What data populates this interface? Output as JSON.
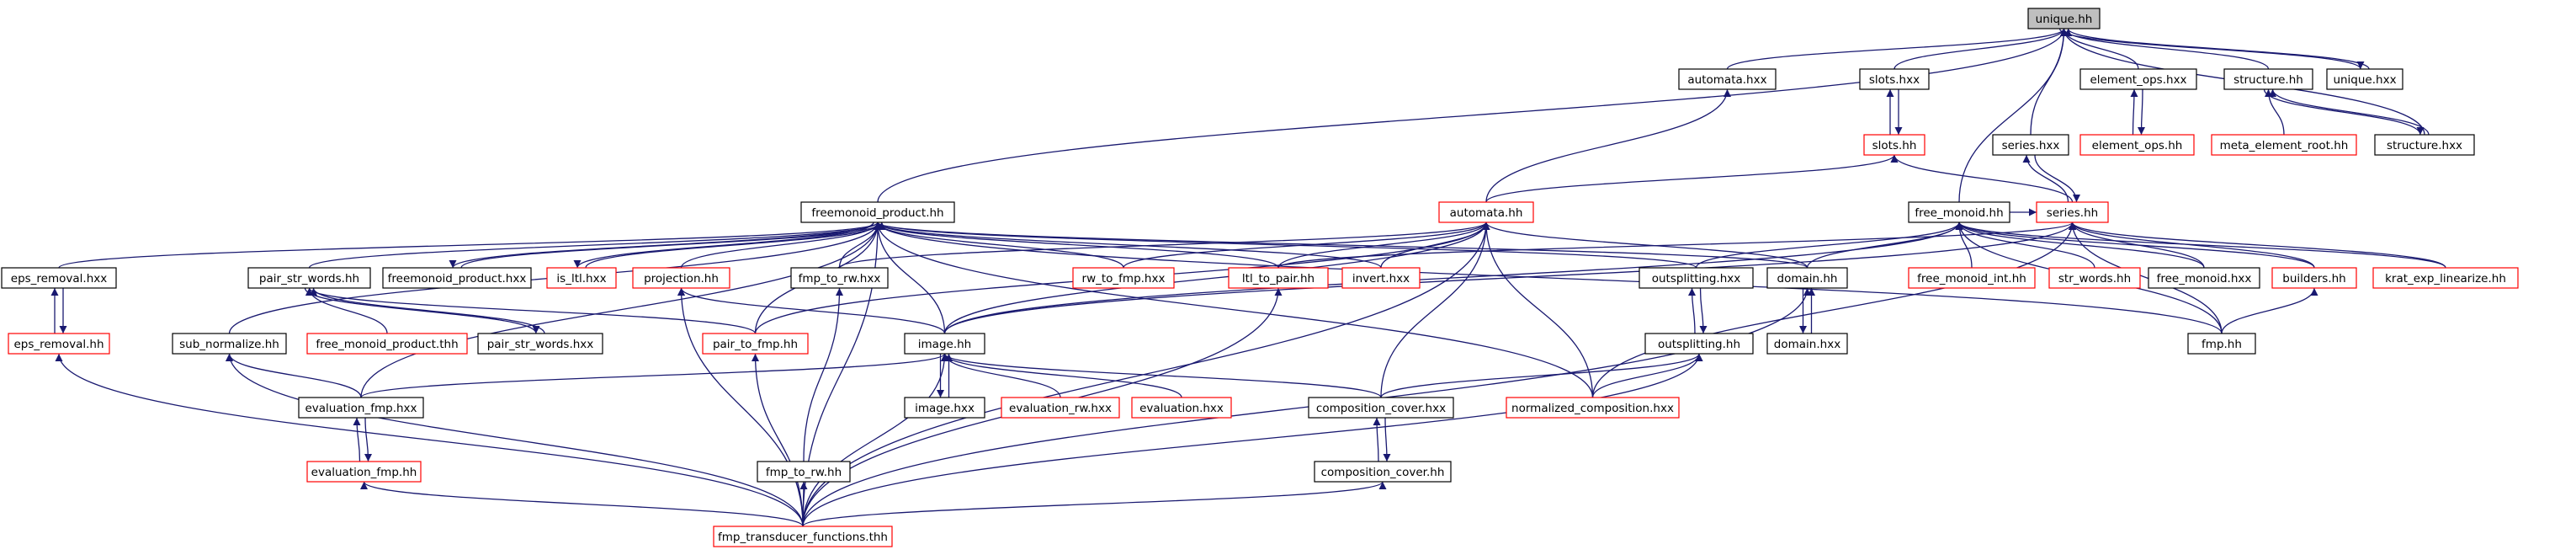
{
  "colors": {
    "edge": "#191970",
    "plain_border": "#000000",
    "red_border": "#ff0000",
    "root_fill": "#bfbfbf",
    "node_fill": "#ffffff",
    "text": "#000000"
  },
  "nodes": [
    {
      "id": "unique_hh",
      "label": "unique.hh",
      "style": "root"
    },
    {
      "id": "automata_hxx",
      "label": "automata.hxx",
      "style": "plain"
    },
    {
      "id": "slots_hxx",
      "label": "slots.hxx",
      "style": "plain"
    },
    {
      "id": "element_ops_hxx",
      "label": "element_ops.hxx",
      "style": "plain"
    },
    {
      "id": "structure_hh",
      "label": "structure.hh",
      "style": "plain"
    },
    {
      "id": "unique_hxx",
      "label": "unique.hxx",
      "style": "plain"
    },
    {
      "id": "slots_hh",
      "label": "slots.hh",
      "style": "red"
    },
    {
      "id": "series_hxx",
      "label": "series.hxx",
      "style": "plain"
    },
    {
      "id": "element_ops_hh",
      "label": "element_ops.hh",
      "style": "red"
    },
    {
      "id": "meta_element_root_hh",
      "label": "meta_element_root.hh",
      "style": "red"
    },
    {
      "id": "structure_hxx",
      "label": "structure.hxx",
      "style": "plain"
    },
    {
      "id": "freemonoid_product_hh",
      "label": "freemonoid_product.hh",
      "style": "plain"
    },
    {
      "id": "automata_hh",
      "label": "automata.hh",
      "style": "red"
    },
    {
      "id": "free_monoid_hh",
      "label": "free_monoid.hh",
      "style": "plain"
    },
    {
      "id": "series_hh",
      "label": "series.hh",
      "style": "red"
    },
    {
      "id": "eps_removal_hxx",
      "label": "eps_removal.hxx",
      "style": "plain"
    },
    {
      "id": "pair_str_words_hh",
      "label": "pair_str_words.hh",
      "style": "plain"
    },
    {
      "id": "freemonoid_product_hxx",
      "label": "freemonoid_product.hxx",
      "style": "plain"
    },
    {
      "id": "is_ltl_hxx",
      "label": "is_ltl.hxx",
      "style": "red"
    },
    {
      "id": "projection_hh",
      "label": "projection.hh",
      "style": "red"
    },
    {
      "id": "fmp_to_rw_hxx",
      "label": "fmp_to_rw.hxx",
      "style": "plain"
    },
    {
      "id": "rw_to_fmp_hxx",
      "label": "rw_to_fmp.hxx",
      "style": "red"
    },
    {
      "id": "ltl_to_pair_hh",
      "label": "ltl_to_pair.hh",
      "style": "red"
    },
    {
      "id": "invert_hxx",
      "label": "invert.hxx",
      "style": "red"
    },
    {
      "id": "outsplitting_hxx",
      "label": "outsplitting.hxx",
      "style": "plain"
    },
    {
      "id": "domain_hh",
      "label": "domain.hh",
      "style": "plain"
    },
    {
      "id": "free_monoid_int_hh",
      "label": "free_monoid_int.hh",
      "style": "red"
    },
    {
      "id": "str_words_hh",
      "label": "str_words.hh",
      "style": "red"
    },
    {
      "id": "free_monoid_hxx",
      "label": "free_monoid.hxx",
      "style": "plain"
    },
    {
      "id": "builders_hh",
      "label": "builders.hh",
      "style": "red"
    },
    {
      "id": "krat_exp_linearize_hh",
      "label": "krat_exp_linearize.hh",
      "style": "red"
    },
    {
      "id": "eps_removal_hh",
      "label": "eps_removal.hh",
      "style": "red"
    },
    {
      "id": "free_monoid_product_thh",
      "label": "free_monoid_product.thh",
      "style": "red"
    },
    {
      "id": "pair_str_words_hxx",
      "label": "pair_str_words.hxx",
      "style": "plain"
    },
    {
      "id": "pair_to_fmp_hh",
      "label": "pair_to_fmp.hh",
      "style": "red"
    },
    {
      "id": "image_hh",
      "label": "image.hh",
      "style": "plain"
    },
    {
      "id": "outsplitting_hh",
      "label": "outsplitting.hh",
      "style": "plain"
    },
    {
      "id": "domain_hxx",
      "label": "domain.hxx",
      "style": "plain"
    },
    {
      "id": "fmp_hh",
      "label": "fmp.hh",
      "style": "plain"
    },
    {
      "id": "sub_normalize_hh",
      "label": "sub_normalize.hh",
      "style": "plain"
    },
    {
      "id": "image_hxx",
      "label": "image.hxx",
      "style": "plain"
    },
    {
      "id": "evaluation_rw_hxx",
      "label": "evaluation_rw.hxx",
      "style": "red"
    },
    {
      "id": "evaluation_hxx",
      "label": "evaluation.hxx",
      "style": "red"
    },
    {
      "id": "composition_cover_hxx",
      "label": "composition_cover.hxx",
      "style": "plain"
    },
    {
      "id": "normalized_composition_hxx",
      "label": "normalized_composition.hxx",
      "style": "red"
    },
    {
      "id": "evaluation_fmp_hxx",
      "label": "evaluation_fmp.hxx",
      "style": "plain"
    },
    {
      "id": "evaluation_fmp_hh",
      "label": "evaluation_fmp.hh",
      "style": "red"
    },
    {
      "id": "fmp_to_rw_hh",
      "label": "fmp_to_rw.hh",
      "style": "plain"
    },
    {
      "id": "composition_cover_hh",
      "label": "composition_cover.hh",
      "style": "plain"
    },
    {
      "id": "fmp_transducer_functions_thh",
      "label": "fmp_transducer_functions.thh",
      "style": "red"
    }
  ],
  "edges": [
    [
      "automata_hxx",
      "unique_hh"
    ],
    [
      "slots_hxx",
      "unique_hh"
    ],
    [
      "element_ops_hxx",
      "unique_hh"
    ],
    [
      "structure_hh",
      "unique_hh"
    ],
    [
      "unique_hxx",
      "unique_hh"
    ],
    [
      "series_hxx",
      "unique_hh"
    ],
    [
      "free_monoid_hh",
      "unique_hh"
    ],
    [
      "freemonoid_product_hh",
      "unique_hh"
    ],
    [
      "structure_hxx",
      "unique_hh"
    ],
    [
      "unique_hh",
      "unique_hxx"
    ],
    [
      "slots_hh",
      "slots_hxx"
    ],
    [
      "slots_hxx",
      "slots_hh"
    ],
    [
      "element_ops_hh",
      "element_ops_hxx"
    ],
    [
      "element_ops_hxx",
      "element_ops_hh"
    ],
    [
      "meta_element_root_hh",
      "structure_hh"
    ],
    [
      "structure_hh",
      "structure_hxx"
    ],
    [
      "structure_hxx",
      "structure_hh"
    ],
    [
      "automata_hh",
      "automata_hxx"
    ],
    [
      "automata_hh",
      "slots_hh"
    ],
    [
      "series_hh",
      "slots_hh"
    ],
    [
      "series_hh",
      "series_hxx"
    ],
    [
      "series_hxx",
      "series_hh"
    ],
    [
      "eps_removal_hxx",
      "freemonoid_product_hh"
    ],
    [
      "pair_str_words_hh",
      "freemonoid_product_hh"
    ],
    [
      "freemonoid_product_hxx",
      "freemonoid_product_hh"
    ],
    [
      "is_ltl_hxx",
      "freemonoid_product_hh"
    ],
    [
      "projection_hh",
      "freemonoid_product_hh"
    ],
    [
      "fmp_to_rw_hxx",
      "freemonoid_product_hh"
    ],
    [
      "rw_to_fmp_hxx",
      "freemonoid_product_hh"
    ],
    [
      "ltl_to_pair_hh",
      "freemonoid_product_hh"
    ],
    [
      "invert_hxx",
      "freemonoid_product_hh"
    ],
    [
      "domain_hh",
      "freemonoid_product_hh"
    ],
    [
      "outsplitting_hxx",
      "freemonoid_product_hh"
    ],
    [
      "pair_to_fmp_hh",
      "freemonoid_product_hh"
    ],
    [
      "image_hh",
      "freemonoid_product_hh"
    ],
    [
      "sub_normalize_hh",
      "freemonoid_product_hh"
    ],
    [
      "evaluation_fmp_hxx",
      "freemonoid_product_hh"
    ],
    [
      "fmp_transducer_functions_thh",
      "freemonoid_product_hh"
    ],
    [
      "normalized_composition_hxx",
      "freemonoid_product_hh"
    ],
    [
      "fmp_hh",
      "freemonoid_product_hh"
    ],
    [
      "freemonoid_product_hh",
      "freemonoid_product_hxx"
    ],
    [
      "freemonoid_product_hh",
      "is_ltl_hxx"
    ],
    [
      "fmp_to_rw_hxx",
      "automata_hh"
    ],
    [
      "rw_to_fmp_hxx",
      "automata_hh"
    ],
    [
      "ltl_to_pair_hh",
      "automata_hh"
    ],
    [
      "invert_hxx",
      "automata_hh"
    ],
    [
      "domain_hh",
      "automata_hh"
    ],
    [
      "image_hh",
      "automata_hh"
    ],
    [
      "pair_to_fmp_hh",
      "automata_hh"
    ],
    [
      "composition_cover_hxx",
      "automata_hh"
    ],
    [
      "normalized_composition_hxx",
      "automata_hh"
    ],
    [
      "fmp_transducer_functions_thh",
      "automata_hh"
    ],
    [
      "free_monoid_int_hh",
      "free_monoid_hh"
    ],
    [
      "str_words_hh",
      "free_monoid_hh"
    ],
    [
      "free_monoid_hxx",
      "free_monoid_hh"
    ],
    [
      "builders_hh",
      "free_monoid_hh"
    ],
    [
      "krat_exp_linearize_hh",
      "free_monoid_hh"
    ],
    [
      "outsplitting_hxx",
      "free_monoid_hh"
    ],
    [
      "domain_hh",
      "free_monoid_hh"
    ],
    [
      "image_hh",
      "free_monoid_hh"
    ],
    [
      "fmp_hh",
      "free_monoid_hh"
    ],
    [
      "builders_hh",
      "series_hh"
    ],
    [
      "krat_exp_linearize_hh",
      "series_hh"
    ],
    [
      "free_monoid_hxx",
      "series_hh"
    ],
    [
      "ltl_to_pair_hh",
      "series_hh"
    ],
    [
      "image_hh",
      "series_hh"
    ],
    [
      "fmp_hh",
      "series_hh"
    ],
    [
      "normalized_composition_hxx",
      "series_hh"
    ],
    [
      "free_monoid_hh",
      "series_hh"
    ],
    [
      "eps_removal_hh",
      "eps_removal_hxx"
    ],
    [
      "eps_removal_hxx",
      "eps_removal_hh"
    ],
    [
      "free_monoid_product_thh",
      "pair_str_words_hh"
    ],
    [
      "pair_str_words_hxx",
      "pair_str_words_hh"
    ],
    [
      "pair_str_words_hh",
      "pair_str_words_hxx"
    ],
    [
      "pair_to_fmp_hh",
      "pair_str_words_hh"
    ],
    [
      "image_hh",
      "projection_hh"
    ],
    [
      "fmp_transducer_functions_thh",
      "projection_hh"
    ],
    [
      "fmp_to_rw_hh",
      "fmp_to_rw_hxx"
    ],
    [
      "fmp_transducer_functions_thh",
      "pair_to_fmp_hh"
    ],
    [
      "fmp_transducer_functions_thh",
      "ltl_to_pair_hh"
    ],
    [
      "outsplitting_hh",
      "outsplitting_hxx"
    ],
    [
      "outsplitting_hxx",
      "outsplitting_hh"
    ],
    [
      "domain_hxx",
      "domain_hh"
    ],
    [
      "domain_hh",
      "domain_hxx"
    ],
    [
      "fmp_transducer_functions_thh",
      "domain_hh"
    ],
    [
      "fmp_hh",
      "builders_hh"
    ],
    [
      "image_hxx",
      "image_hh"
    ],
    [
      "image_hh",
      "image_hxx"
    ],
    [
      "evaluation_rw_hxx",
      "image_hh"
    ],
    [
      "evaluation_hxx",
      "image_hh"
    ],
    [
      "composition_cover_hxx",
      "image_hh"
    ],
    [
      "evaluation_fmp_hxx",
      "image_hh"
    ],
    [
      "fmp_transducer_functions_thh",
      "image_hh"
    ],
    [
      "composition_cover_hxx",
      "outsplitting_hh"
    ],
    [
      "normalized_composition_hxx",
      "outsplitting_hh"
    ],
    [
      "fmp_transducer_functions_thh",
      "outsplitting_hh"
    ],
    [
      "evaluation_fmp_hxx",
      "sub_normalize_hh"
    ],
    [
      "fmp_transducer_functions_thh",
      "sub_normalize_hh"
    ],
    [
      "composition_cover_hh",
      "composition_cover_hxx"
    ],
    [
      "composition_cover_hxx",
      "composition_cover_hh"
    ],
    [
      "evaluation_fmp_hh",
      "evaluation_fmp_hxx"
    ],
    [
      "evaluation_fmp_hxx",
      "evaluation_fmp_hh"
    ],
    [
      "fmp_transducer_functions_thh",
      "evaluation_fmp_hh"
    ],
    [
      "fmp_transducer_functions_thh",
      "eps_removal_hh"
    ],
    [
      "fmp_transducer_functions_thh",
      "fmp_to_rw_hh"
    ],
    [
      "fmp_transducer_functions_thh",
      "composition_cover_hh"
    ]
  ]
}
